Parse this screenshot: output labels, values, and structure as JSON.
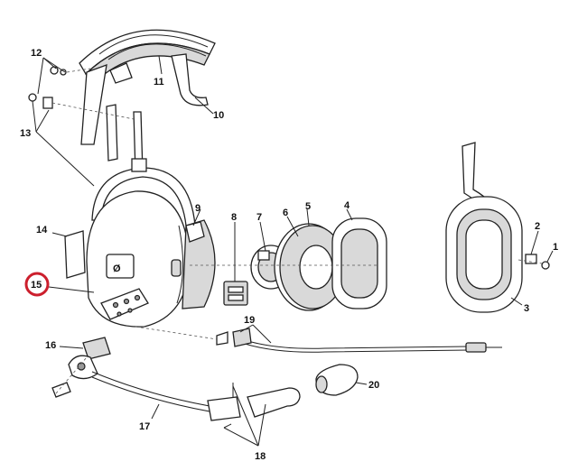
{
  "diagram": {
    "highlight_color": "#cc1f2d",
    "highlighted_part": "15",
    "callouts": [
      {
        "id": "c1",
        "label": "1"
      },
      {
        "id": "c2",
        "label": "2"
      },
      {
        "id": "c3",
        "label": "3"
      },
      {
        "id": "c4",
        "label": "4"
      },
      {
        "id": "c5",
        "label": "5"
      },
      {
        "id": "c6",
        "label": "6"
      },
      {
        "id": "c7",
        "label": "7"
      },
      {
        "id": "c8",
        "label": "8"
      },
      {
        "id": "c9",
        "label": "9"
      },
      {
        "id": "c10",
        "label": "10"
      },
      {
        "id": "c11",
        "label": "11"
      },
      {
        "id": "c12",
        "label": "12"
      },
      {
        "id": "c13",
        "label": "13"
      },
      {
        "id": "c14",
        "label": "14"
      },
      {
        "id": "c15",
        "label": "15"
      },
      {
        "id": "c16",
        "label": "16"
      },
      {
        "id": "c17",
        "label": "17"
      },
      {
        "id": "c18",
        "label": "18"
      },
      {
        "id": "c19",
        "label": "19"
      },
      {
        "id": "c20",
        "label": "20"
      }
    ]
  }
}
